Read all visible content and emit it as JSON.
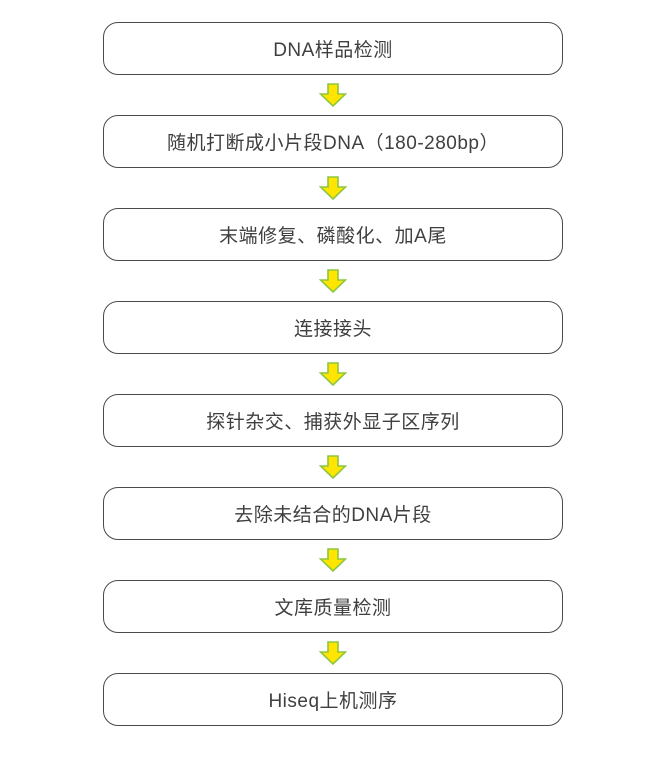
{
  "flowchart": {
    "steps": [
      {
        "label": "DNA样品检测"
      },
      {
        "label": "随机打断成小片段DNA（180-280bp）"
      },
      {
        "label": "末端修复、磷酸化、加A尾"
      },
      {
        "label": "连接接头"
      },
      {
        "label": "探针杂交、捕获外显子区序列"
      },
      {
        "label": "去除未结合的DNA片段"
      },
      {
        "label": "文库质量检测"
      },
      {
        "label": "Hiseq上机测序"
      }
    ],
    "colors": {
      "background": "#ffffff",
      "box_border": "#4a4a4a",
      "text": "#3f3f3f",
      "arrow_fill": "#ffe500",
      "arrow_stroke": "#8dc63f"
    }
  }
}
